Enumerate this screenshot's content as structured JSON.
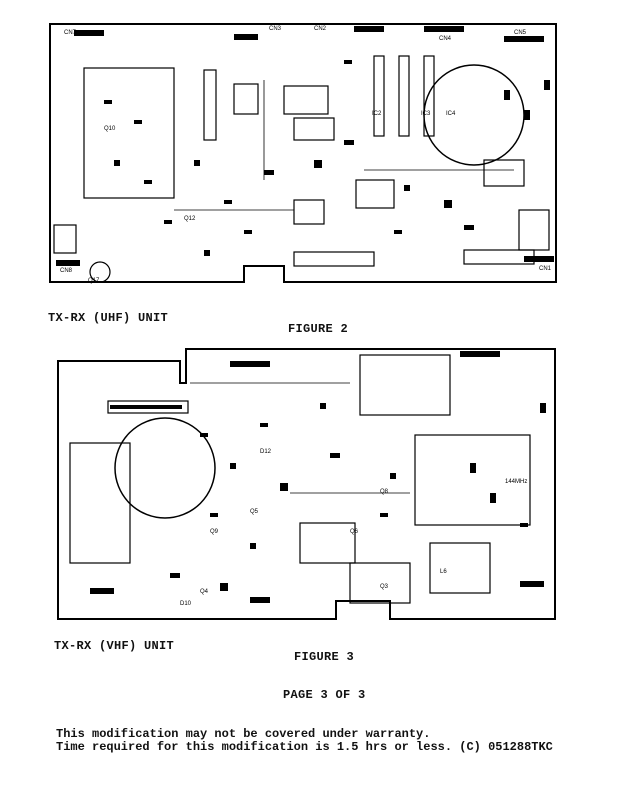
{
  "figure_uhf": {
    "unit_label": "TX-RX (UHF) UNIT",
    "figure_label": "FIGURE 2",
    "silk_labels": [
      "CN7",
      "CN3",
      "CN2",
      "CN4",
      "CN5",
      "CN8",
      "CN1",
      "IC2",
      "IC3",
      "IC4",
      "Q17",
      "Q12",
      "Q10"
    ]
  },
  "figure_vhf": {
    "unit_label": "TX-RX (VHF) UNIT",
    "figure_label": "FIGURE 3",
    "silk_labels": [
      "Q9",
      "Q5",
      "Q6",
      "Q8",
      "L6",
      "Q3",
      "Q4",
      "D10",
      "D12",
      "144MHz"
    ]
  },
  "page_label": "PAGE 3 OF 3",
  "footer": {
    "line1": "This modification may not be covered under warranty.",
    "line2": "Time required for this modification is 1.5 hrs or less. (C) 051288TKC"
  }
}
